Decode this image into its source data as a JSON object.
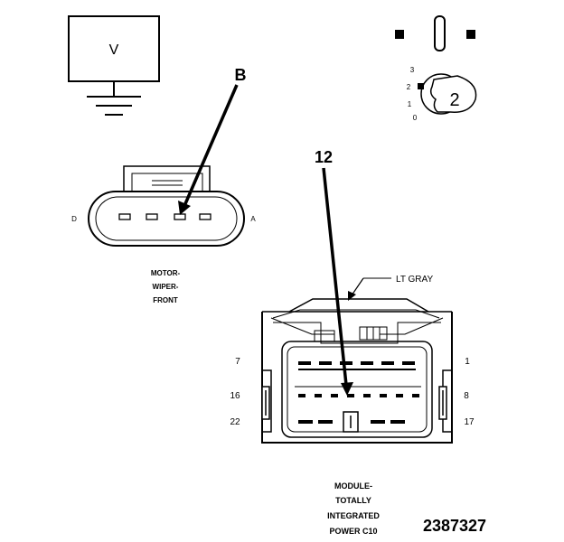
{
  "voltmeter": {
    "symbol": "V"
  },
  "switch_symbol": {
    "positions": [
      "3",
      "2",
      "1",
      "0"
    ],
    "selected": "2"
  },
  "callouts": {
    "wiper_pin": "B",
    "module_pin": "12"
  },
  "wiper_connector": {
    "left_label": "D",
    "right_label": "A",
    "caption": [
      "MOTOR-",
      "WIPER-",
      "FRONT"
    ]
  },
  "module_connector": {
    "color_label": "LT GRAY",
    "pin_labels": {
      "top_left": "7",
      "top_right": "1",
      "mid_left": "16",
      "mid_right": "8",
      "bot_left": "22",
      "bot_right": "17"
    },
    "caption": [
      "MODULE-",
      "TOTALLY",
      "INTEGRATED",
      "POWER C10"
    ]
  },
  "figure_id": "2387327"
}
